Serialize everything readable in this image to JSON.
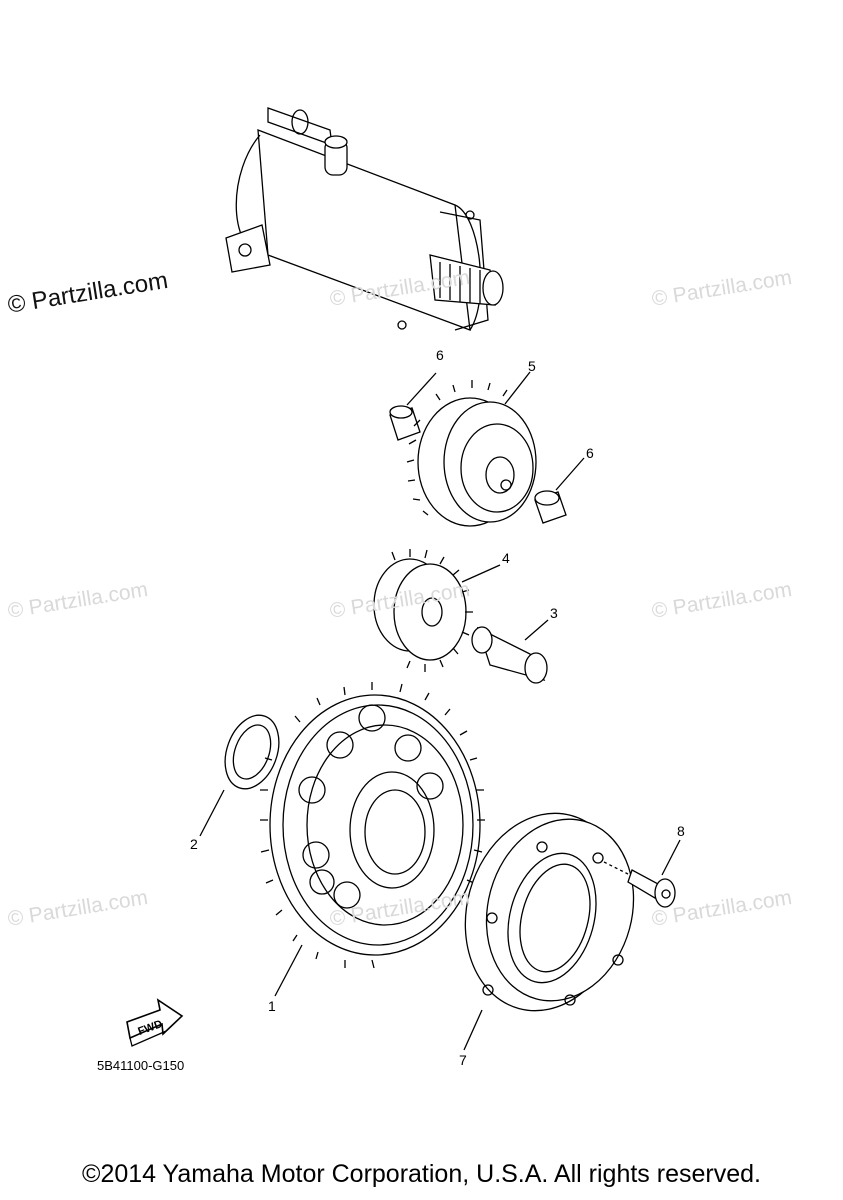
{
  "watermarks": {
    "main": "© Partzilla.com",
    "faint": "© Partzilla.com"
  },
  "callouts": [
    "1",
    "2",
    "3",
    "4",
    "5",
    "6",
    "6",
    "7",
    "8"
  ],
  "fwd_label": "FWD",
  "diagram_code": "5B41100-G150",
  "copyright": "©2014 Yamaha Motor Corporation, U.S.A. All rights reserved.",
  "icons": {
    "fwd": "fwd-arrow-icon"
  }
}
